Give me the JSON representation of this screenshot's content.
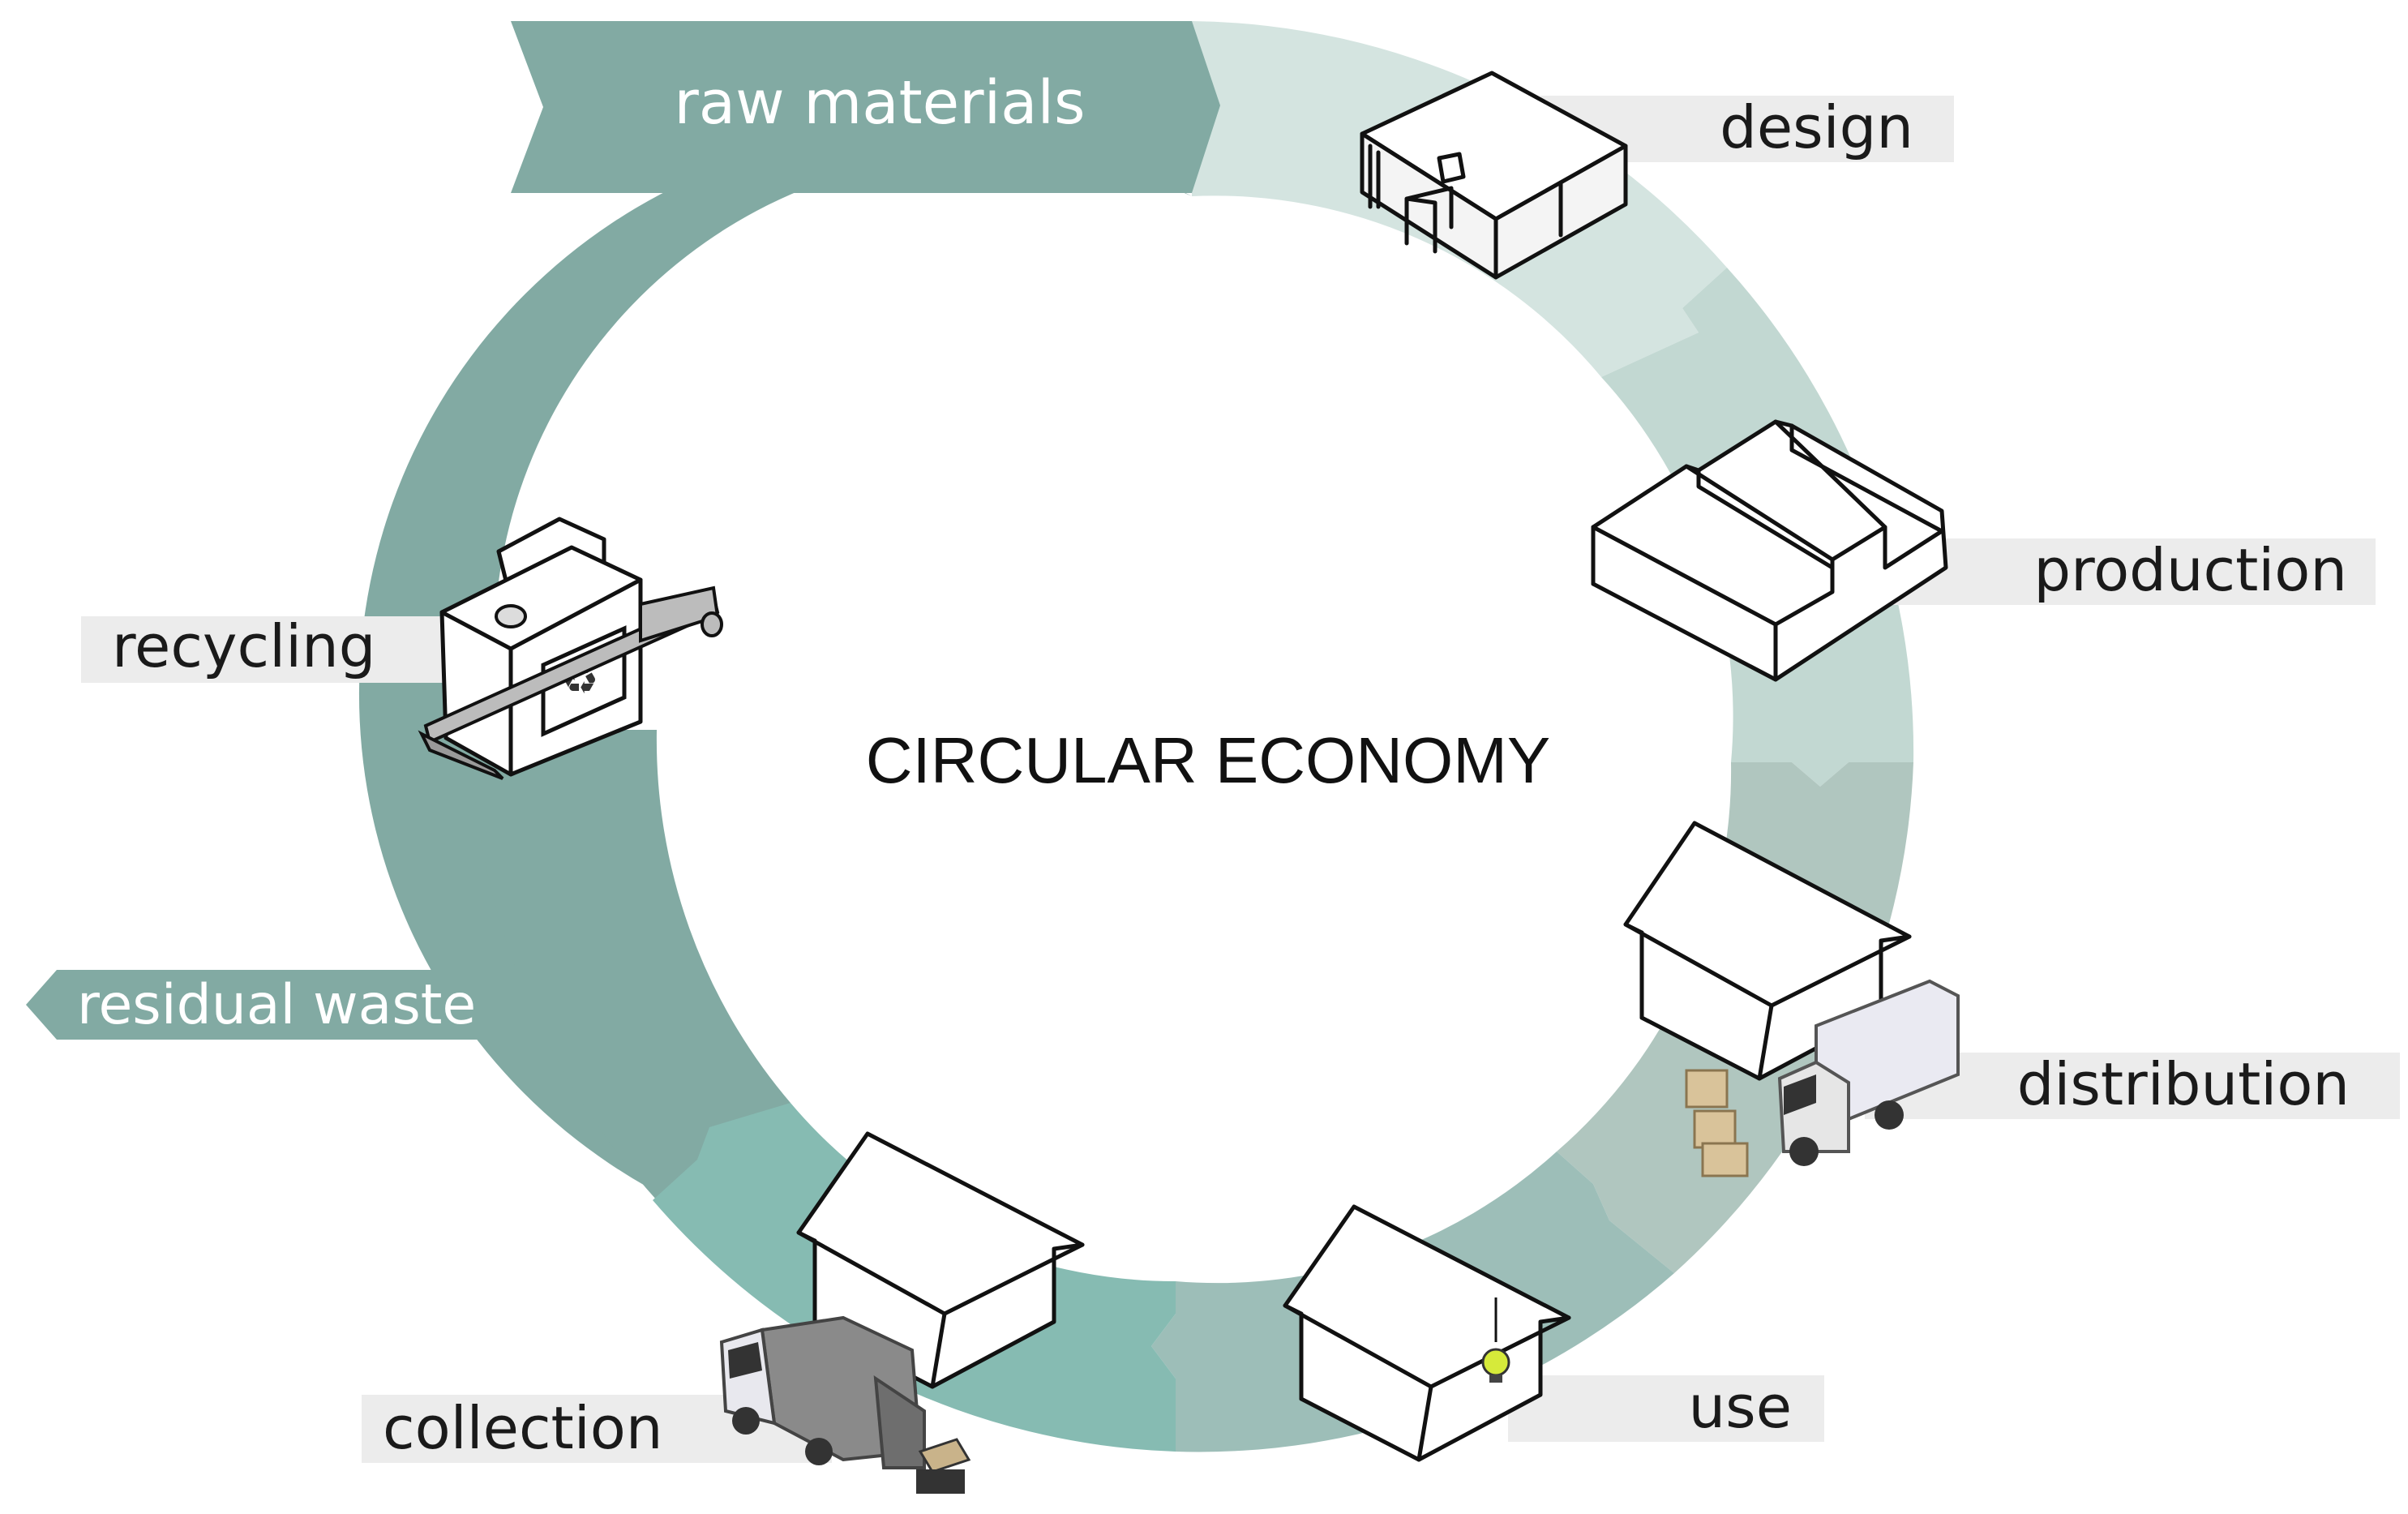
{
  "title": "CIRCULAR ECONOMY",
  "stages": [
    {
      "key": "raw_materials",
      "label": "raw materials",
      "icon": "arrow-in"
    },
    {
      "key": "design",
      "label": "design",
      "icon": "design-table-icon"
    },
    {
      "key": "production",
      "label": "production",
      "icon": "factory-icon"
    },
    {
      "key": "distribution",
      "label": "distribution",
      "icon": "warehouse-truck-icon"
    },
    {
      "key": "use",
      "label": "use",
      "icon": "house-lightbulb-icon"
    },
    {
      "key": "collection",
      "label": "collection",
      "icon": "house-garbage-truck-icon"
    },
    {
      "key": "recycling",
      "label": "recycling",
      "icon": "recycling-machine-icon"
    },
    {
      "key": "residual_waste",
      "label": "residual waste",
      "icon": "arrow-out"
    }
  ],
  "colors": {
    "raw_materials_band": "#82aaa3",
    "design_band": "#d4e4e0",
    "production_band": "#c2d8d2",
    "distribution_band": "#b0c6bf",
    "use_band": "#9dbeb8",
    "collection_band": "#86bbb2",
    "recycling_band": "#82aaa3",
    "label_bg": "#ececec"
  }
}
